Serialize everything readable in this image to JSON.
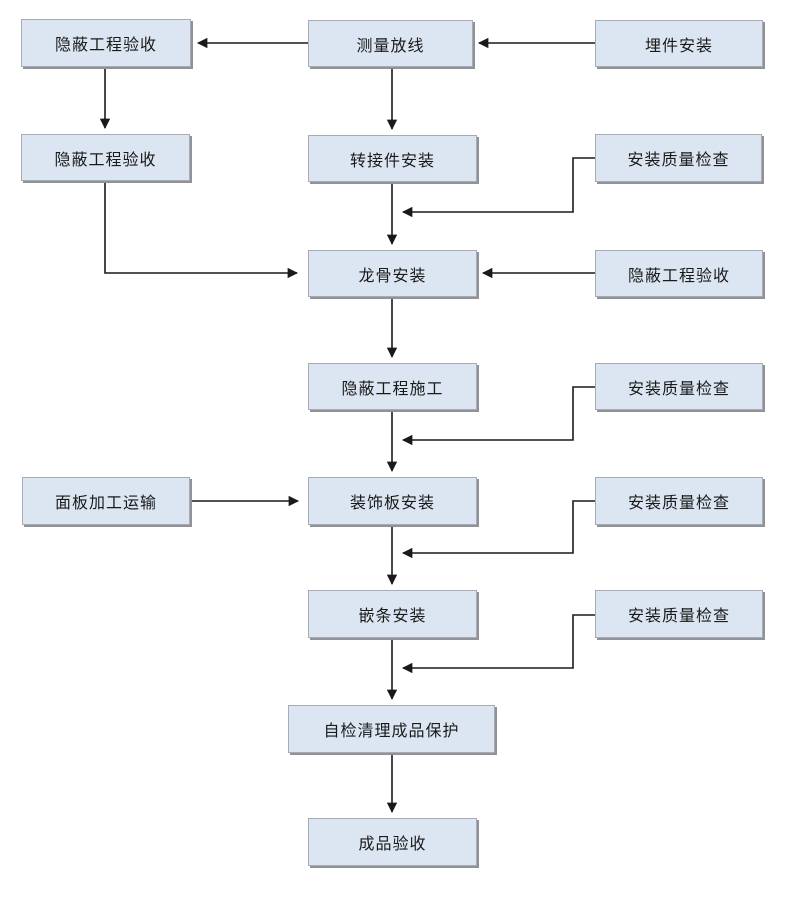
{
  "diagram": {
    "type": "flowchart",
    "nodes": {
      "concealed_acceptance_1": "隐蔽工程验收",
      "measure_layout": "测量放线",
      "embedded_parts_install": "埋件安装",
      "concealed_acceptance_2": "隐蔽工程验收",
      "adapter_install": "转接件安装",
      "quality_check_1": "安装质量检查",
      "keel_install": "龙骨安装",
      "concealed_acceptance_3": "隐蔽工程验收",
      "concealed_construction": "隐蔽工程施工",
      "quality_check_2": "安装质量检查",
      "panel_processing_transport": "面板加工运输",
      "decorative_panel_install": "装饰板安装",
      "quality_check_3": "安装质量检查",
      "trim_strip_install": "嵌条安装",
      "quality_check_4": "安装质量检查",
      "self_check_clean_protect": "自检清理成品保护",
      "finished_acceptance": "成品验收"
    },
    "edges": [
      {
        "from": "embedded_parts_install",
        "to": "measure_layout"
      },
      {
        "from": "measure_layout",
        "to": "concealed_acceptance_1"
      },
      {
        "from": "concealed_acceptance_1",
        "to": "concealed_acceptance_2"
      },
      {
        "from": "measure_layout",
        "to": "adapter_install"
      },
      {
        "from": "quality_check_1",
        "to": "adapter_install-keel_install-flow"
      },
      {
        "from": "adapter_install",
        "to": "keel_install"
      },
      {
        "from": "concealed_acceptance_2",
        "to": "keel_install"
      },
      {
        "from": "concealed_acceptance_3",
        "to": "keel_install"
      },
      {
        "from": "keel_install",
        "to": "concealed_construction"
      },
      {
        "from": "quality_check_2",
        "to": "concealed_construction-decorative_panel_install-flow"
      },
      {
        "from": "concealed_construction",
        "to": "decorative_panel_install"
      },
      {
        "from": "panel_processing_transport",
        "to": "decorative_panel_install"
      },
      {
        "from": "quality_check_3",
        "to": "decorative_panel_install-trim_strip_install-flow"
      },
      {
        "from": "decorative_panel_install",
        "to": "trim_strip_install"
      },
      {
        "from": "quality_check_4",
        "to": "trim_strip_install-self_check_clean_protect-flow"
      },
      {
        "from": "trim_strip_install",
        "to": "self_check_clean_protect"
      },
      {
        "from": "self_check_clean_protect",
        "to": "finished_acceptance"
      }
    ]
  },
  "colors": {
    "background": "#ffffff",
    "box_fill": "#dce6f2",
    "box_border": "#a9abb3",
    "box_shadow": "#90929a",
    "line": "#1a1a1a",
    "text": "#1a1a1a"
  }
}
